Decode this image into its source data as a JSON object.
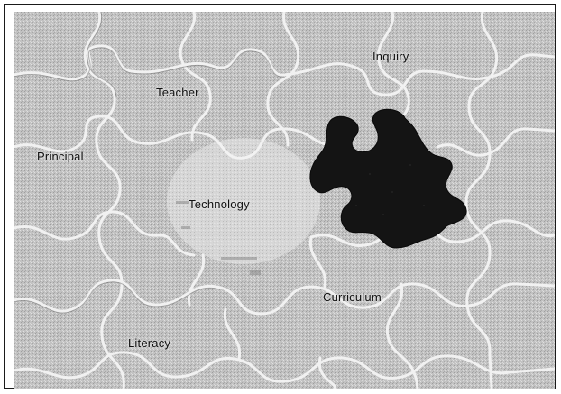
{
  "image": {
    "subject": "jigsaw-puzzle",
    "missing_piece_color": "#141414",
    "board_color": "#bdbdbd",
    "seam_color": "#f2f2f2"
  },
  "labels": {
    "inquiry": "Inquiry",
    "teacher": "Teacher",
    "principal": "Principal",
    "technology": "Technology",
    "curriculum": "Curriculum",
    "literacy": "Literacy"
  }
}
